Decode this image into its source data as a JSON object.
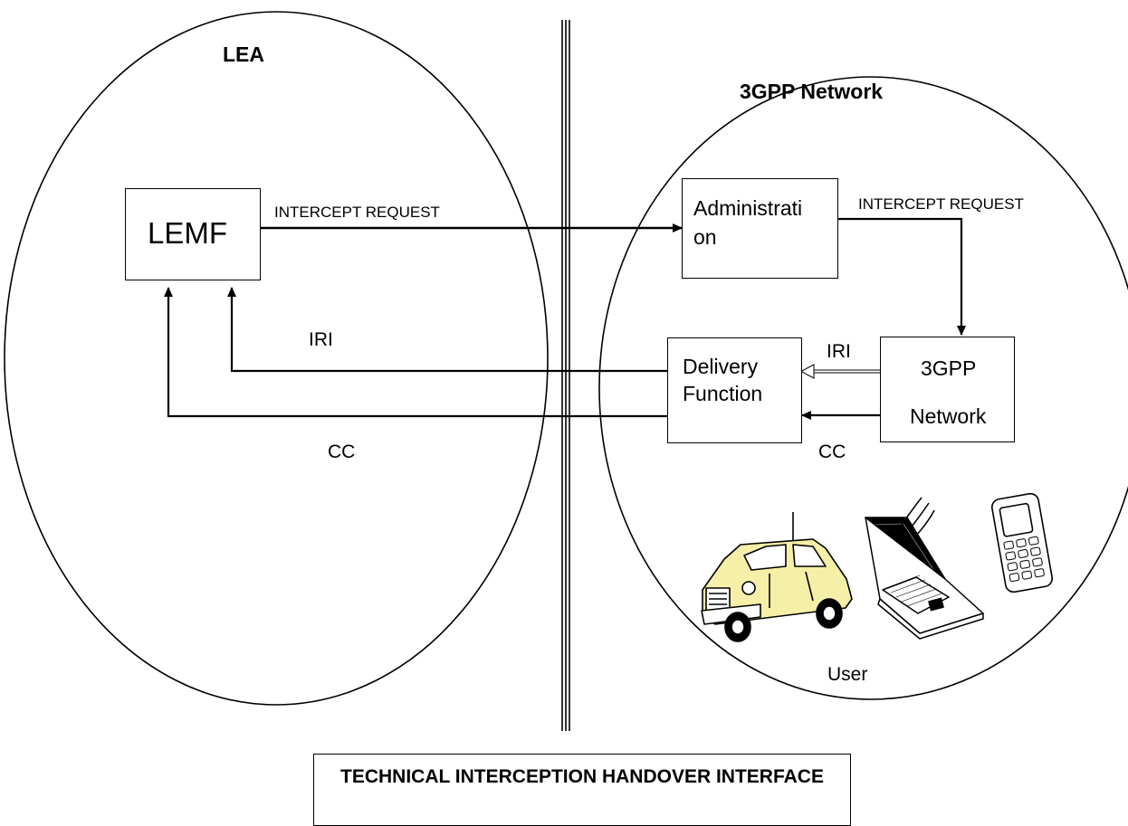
{
  "lea": {
    "title": "LEA",
    "lemf_label": "LEMF"
  },
  "network": {
    "title": "3GPP Network"
  },
  "administration": {
    "label": "Administrati on"
  },
  "delivery_function": {
    "label": "Delivery Function"
  },
  "network_node": {
    "line1": "3GPP",
    "line2": "Network"
  },
  "arrows": {
    "intercept_request_left": "INTERCEPT REQUEST",
    "intercept_request_right": "INTERCEPT REQUEST",
    "iri_left": "IRI",
    "iri_right": "IRI",
    "cc_left": "CC",
    "cc_right": "CC"
  },
  "user": {
    "label": "User",
    "devices": [
      "car-icon",
      "laptop-icon",
      "mobile-phone-icon"
    ]
  },
  "caption": {
    "text": "TECHNICAL INTERCEPTION HANDOVER INTERFACE"
  }
}
